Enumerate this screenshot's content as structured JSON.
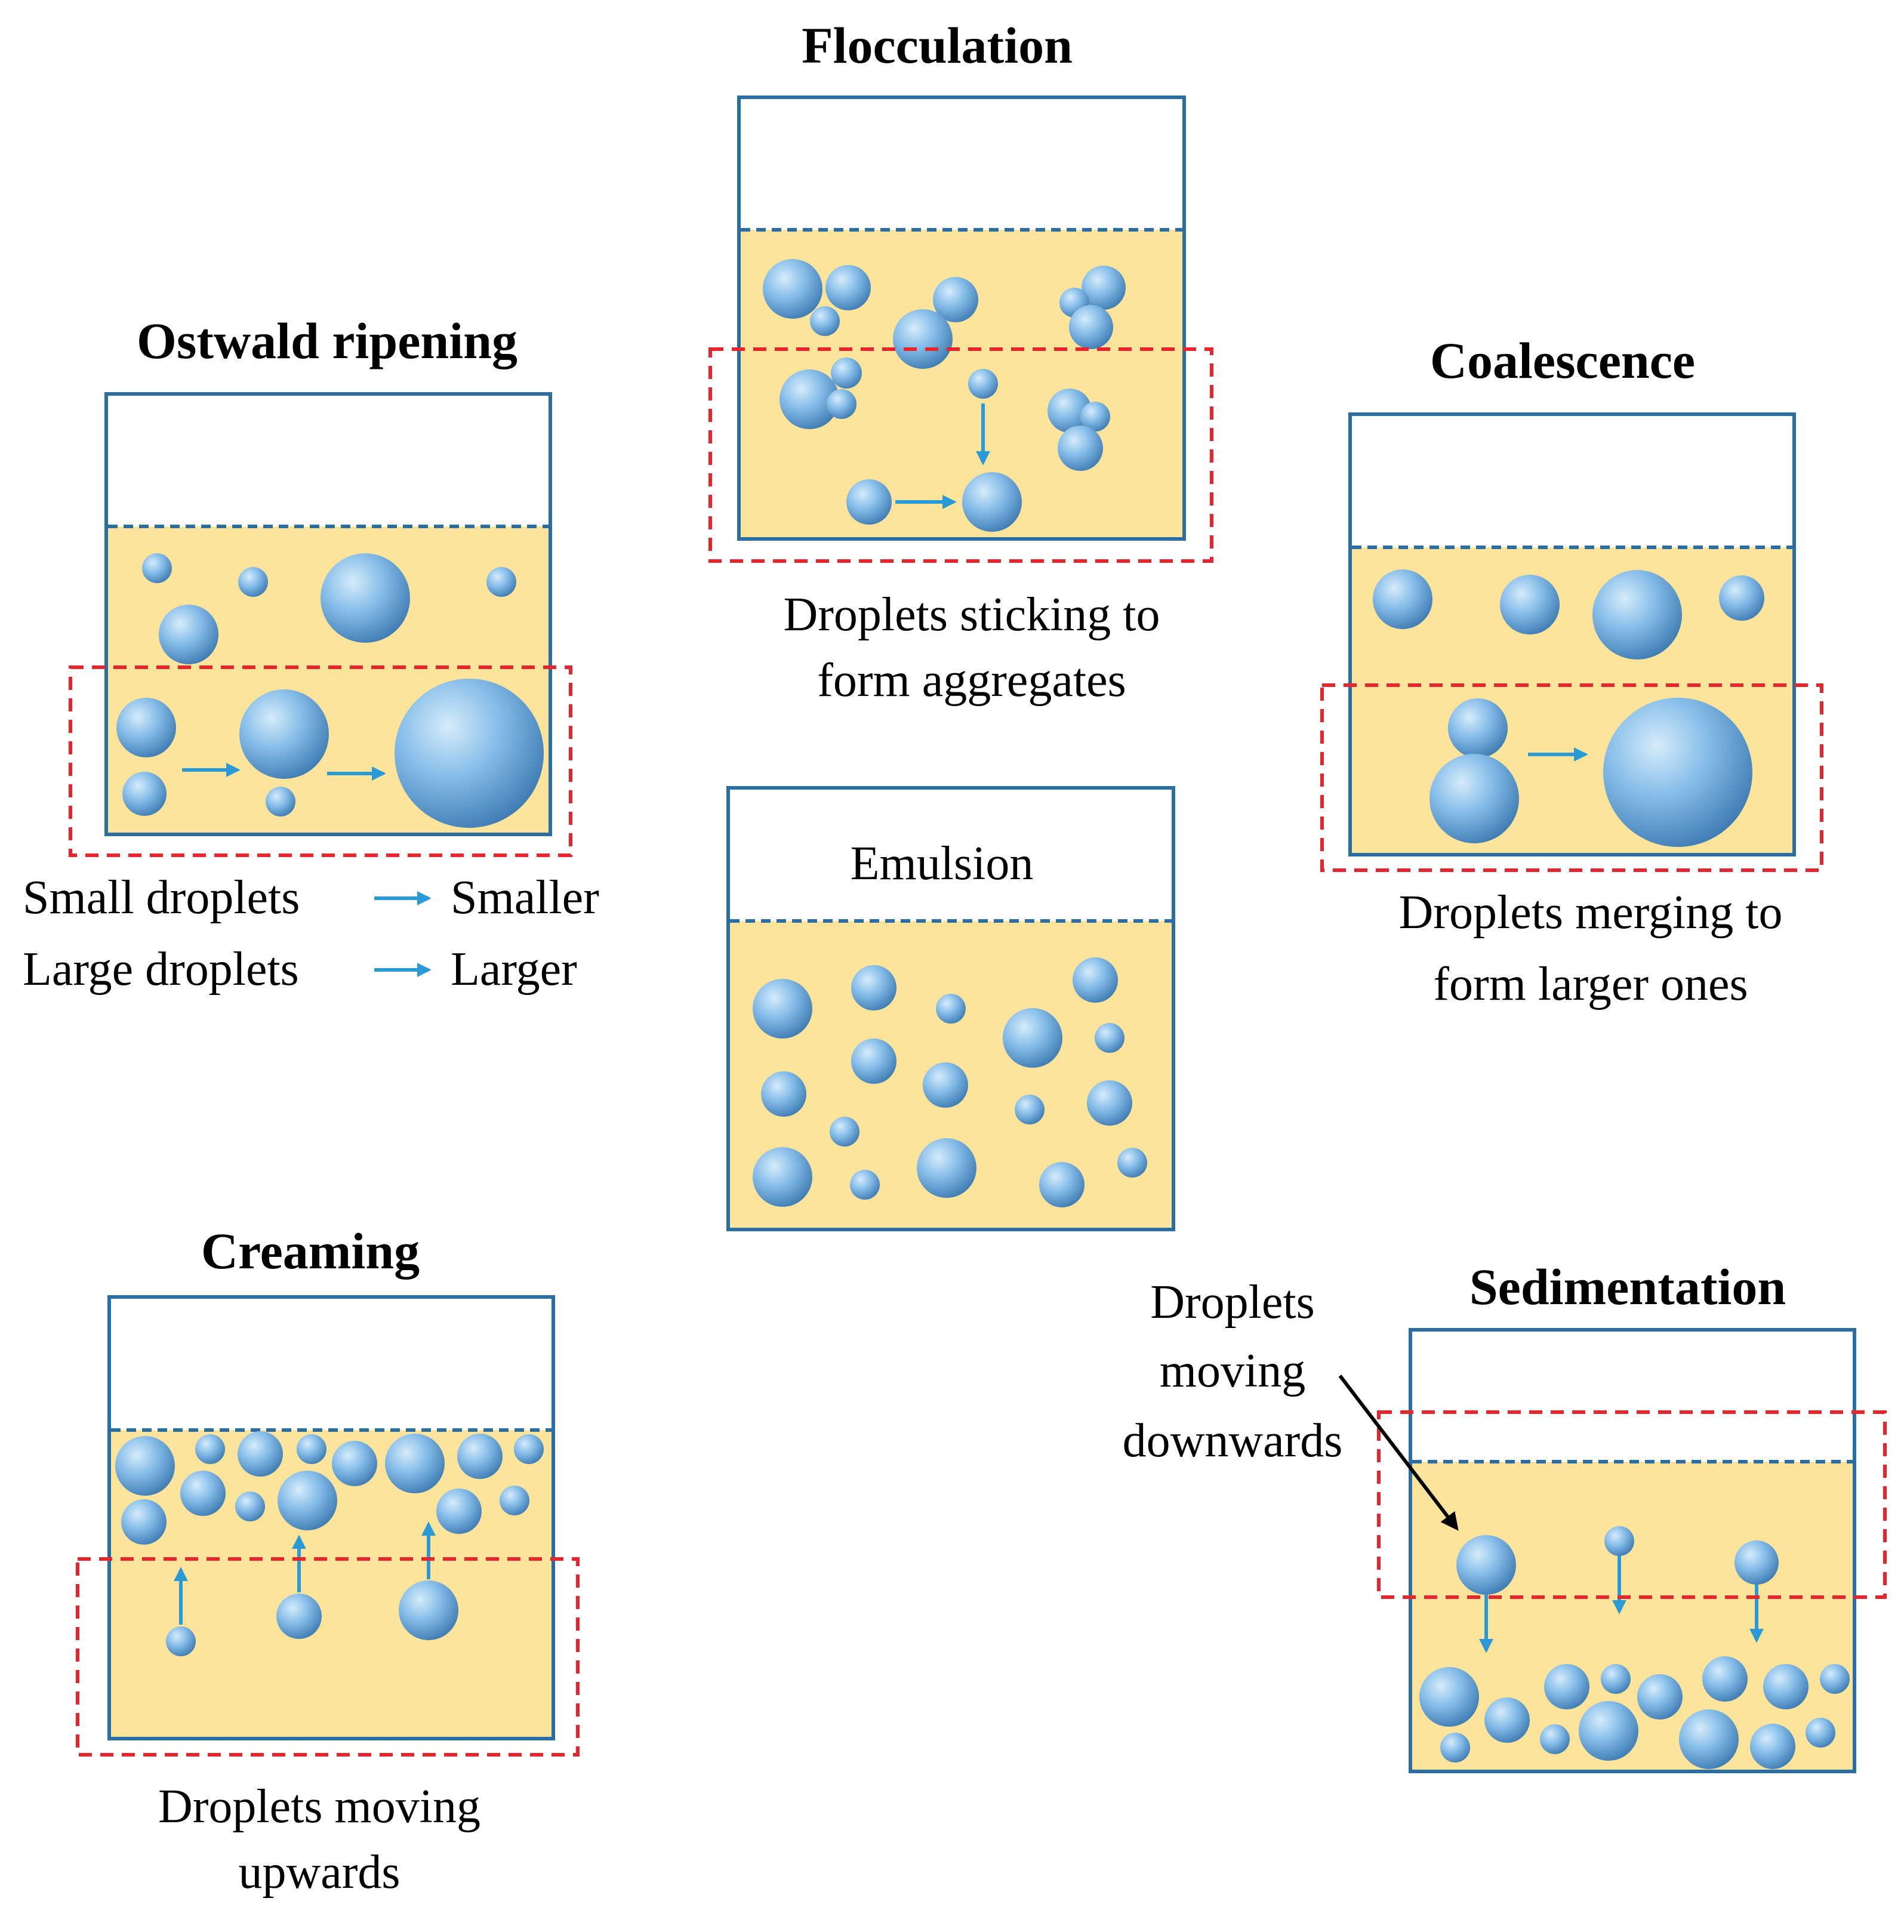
{
  "colors": {
    "container_border": "#2b6ea3",
    "liquid_fill": "#fce49a",
    "interface_dash": "#2b6ea3",
    "highlight_dash": "#e8242c",
    "arrow": "#2a9ad6",
    "droplet_light": "#cfe8fa",
    "droplet_mid": "#7fb8e6",
    "droplet_dark": "#3b7bb3",
    "pointer_arrow": "#000000"
  },
  "panels": {
    "flocculation": {
      "title": "Flocculation",
      "caption_line1": "Droplets sticking to",
      "caption_line2": "form aggregates"
    },
    "ostwald": {
      "title": "Ostwald ripening",
      "legend_small_left": "Small droplets",
      "legend_small_right": "Smaller",
      "legend_large_left": "Large droplets",
      "legend_large_right": "Larger"
    },
    "coalescence": {
      "title": "Coalescence",
      "caption_line1": "Droplets merging to",
      "caption_line2": "form larger ones"
    },
    "emulsion": {
      "label": "Emulsion"
    },
    "creaming": {
      "title": "Creaming",
      "caption_line1": "Droplets moving",
      "caption_line2": "upwards"
    },
    "sedimentation": {
      "title": "Sedimentation",
      "annotation_line1": "Droplets",
      "annotation_line2": "moving",
      "annotation_line3": "downwards"
    }
  },
  "icons": [
    "droplet-icon",
    "right-arrow-icon",
    "down-arrow-icon",
    "up-arrow-icon",
    "pointer-arrow-icon"
  ]
}
